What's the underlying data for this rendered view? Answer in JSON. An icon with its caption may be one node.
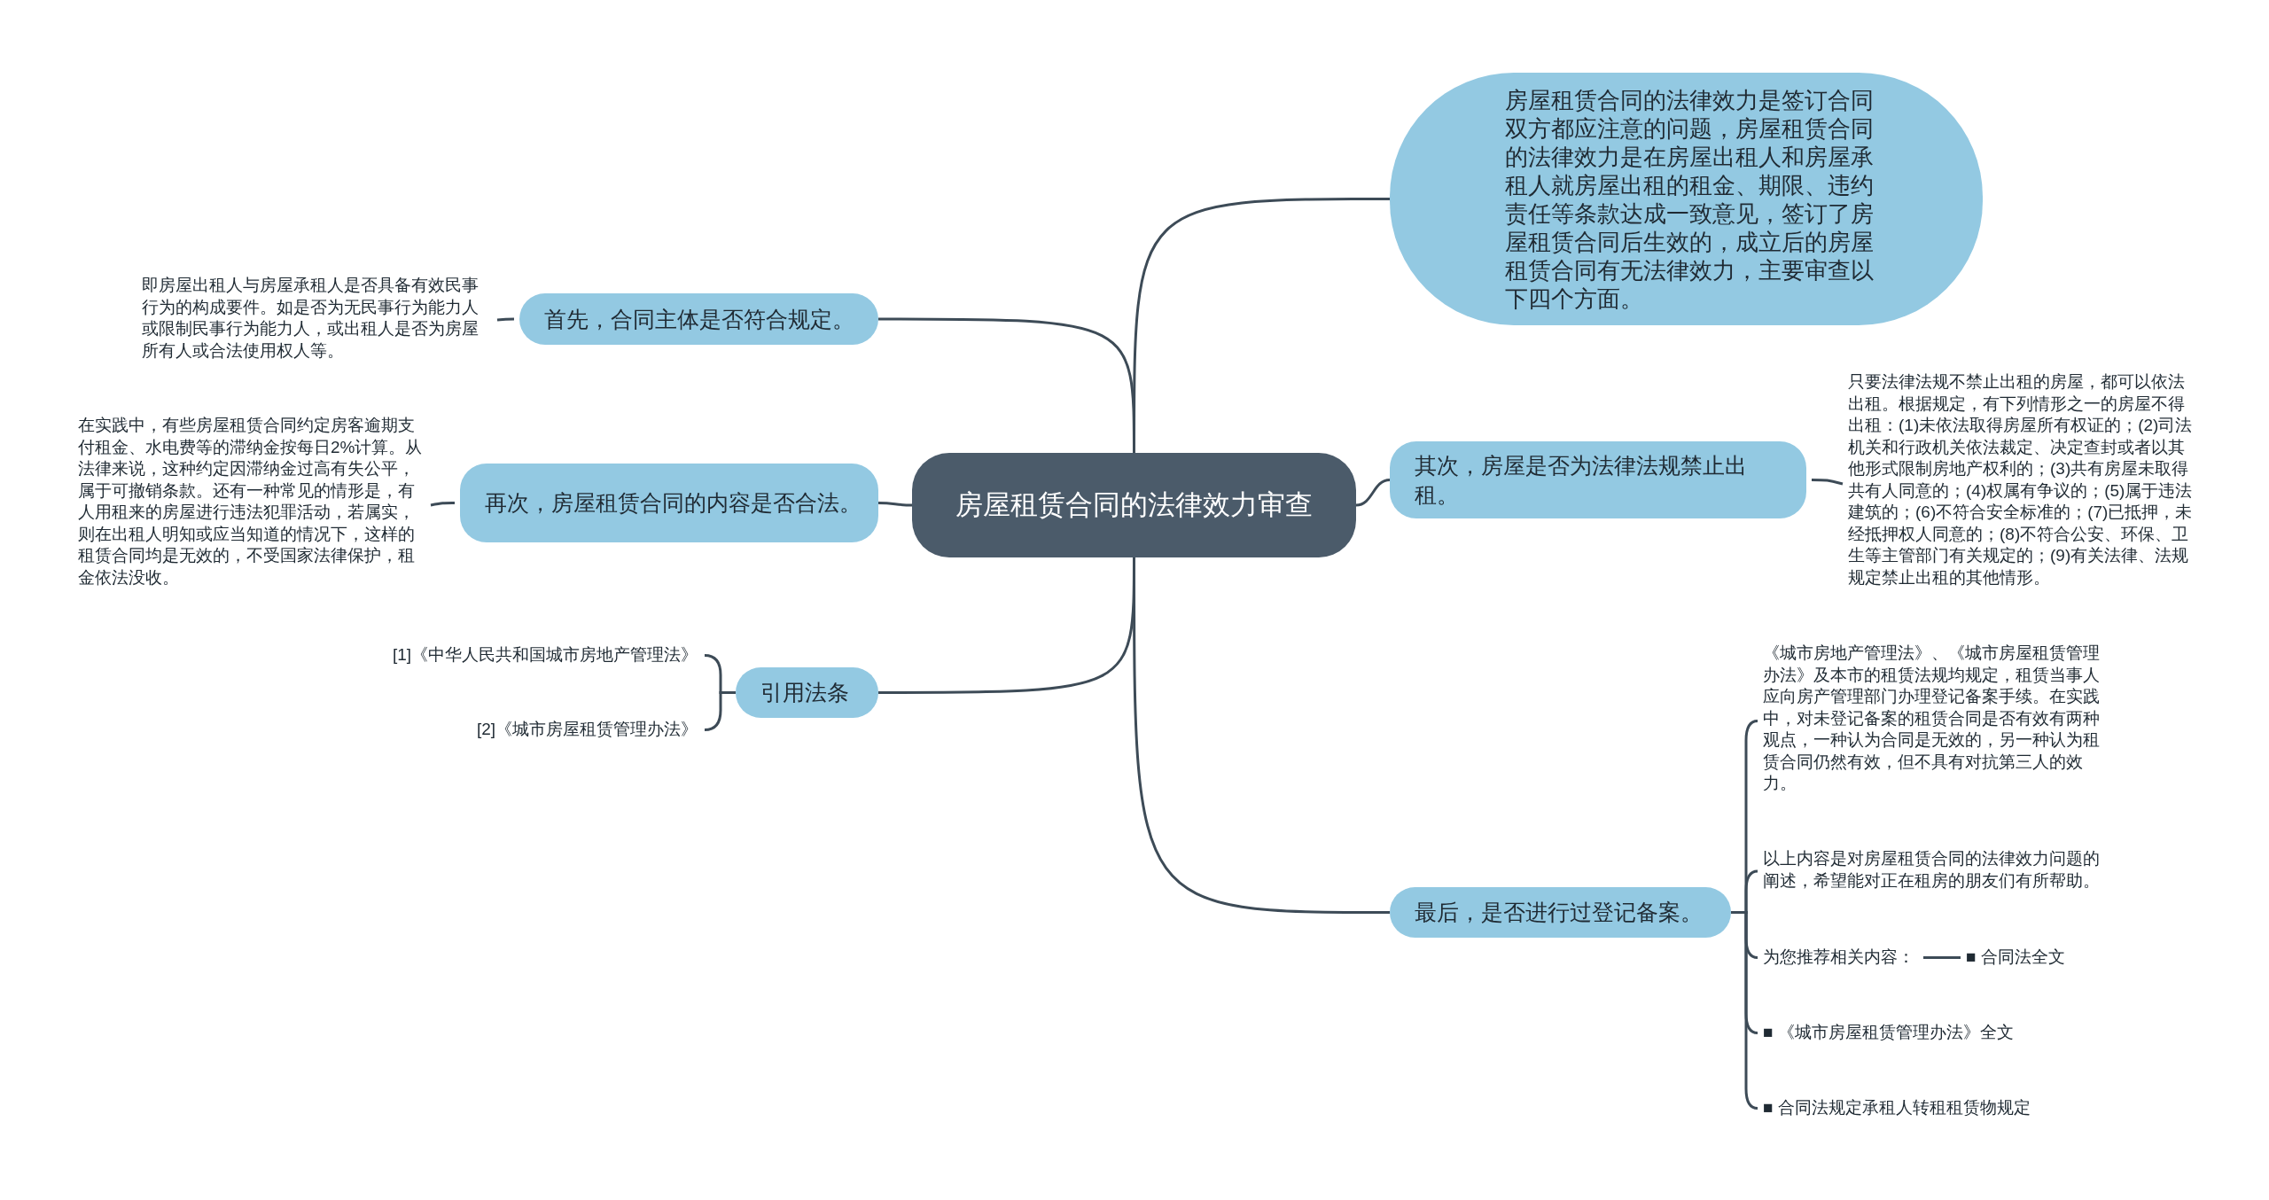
{
  "diagram": {
    "nodes": [
      {
        "text": [
          "房屋租赁合同的法律效力审查"
        ]
      },
      {
        "text": [
          "房屋租赁合同的法律效力是签订合同双方都应注意的问题，房屋租赁合同的法律效力是在房屋出租人和房屋承租人就房屋出租的租金、期限、违约责任等条款达成一致意见，签订了房屋租赁合同后生效的，成立后的房屋租赁合同有无法律效力，主要审查以下四个方面。"
        ]
      },
      {
        "text": [
          "首先，合同主体是否符合规定。"
        ]
      },
      {
        "text": [
          "再次，房屋租赁合同的内容是否合法。"
        ]
      },
      {
        "text": [
          "其次，房屋是否为法律法规禁止出租。"
        ]
      },
      {
        "text": [
          "引用法条"
        ]
      },
      {
        "text": [
          "最后，是否进行过登记备案。"
        ]
      },
      {
        "text": [
          "即房屋出租人与房屋承租人是否具备有效民事行为的构成要件。如是否为无民事行为能力人或限制民事行为能力人，或出租人是否为房屋所有人或合法使用权人等。"
        ]
      },
      {
        "text": [
          "在实践中，有些房屋租赁合同约定房客逾期支付租金、水电费等的滞纳金按每日2%计算。从法律来说，这种约定因滞纳金过高有失公平，属于可撤销条款。还有一种常见的情形是，有人用租来的房屋进行违法犯罪活动，若属实，则在出租人明知或应当知道的情况下，这样的租赁合同均是无效的，不受国家法律保护，租金依法没收。"
        ]
      },
      {
        "text": [
          "只要法律法规不禁止出租的房屋，都可以依法出租。根据规定，有下列情形之一的房屋不得出租：(1)未依法取得房屋所有权证的；(2)司法机关和行政机关依法裁定、决定查封或者以其他形式限制房地产权利的；(3)共有房屋未取得共有人同意的；(4)权属有争议的；(5)属于违法建筑的；(6)不符合安全标准的；(7)已抵押，未经抵押权人同意的；(8)不符合公安、环保、卫生等主管部门有关规定的；(9)有关法律、法规规定禁止出租的其他情形。"
        ]
      },
      {
        "text": [
          "[1]《中华人民共和国城市房地产管理法》"
        ]
      },
      {
        "text": [
          "[2]《城市房屋租赁管理办法》"
        ]
      },
      {
        "text": [
          "《城市房地产管理法》、《城市房屋租赁管理办法》及本市的租赁法规均规定，租赁当事人应向房产管理部门办理登记备案手续。在实践中，对未登记备案的租赁合同是否有效有两种观点，一种认为合同是无效的，另一种认为租赁合同仍然有效，但不具有对抗第三人的效力。"
        ]
      },
      {
        "text": [
          "以上内容是对房屋租赁合同的法律效力问题的阐述，希望能对正在租房的朋友们有所帮助。"
        ]
      },
      {
        "text": [
          "为您推荐相关内容："
        ]
      },
      {
        "text": [
          "■ 合同法全文"
        ]
      },
      {
        "text": [
          "■ 《城市房屋租赁管理办法》全文"
        ]
      },
      {
        "text": [
          "■ 合同法规定承租人转租租赁物规定"
        ]
      }
    ],
    "edges": [
      {
        "from": 0,
        "to": 1,
        "arrow": "none"
      },
      {
        "from": 0,
        "to": 2,
        "arrow": "none"
      },
      {
        "from": 0,
        "to": 3,
        "arrow": "none"
      },
      {
        "from": 0,
        "to": 4,
        "arrow": "none"
      },
      {
        "from": 0,
        "to": 5,
        "arrow": "none"
      },
      {
        "from": 0,
        "to": 6,
        "arrow": "none"
      },
      {
        "from": 2,
        "to": 7,
        "arrow": "none"
      },
      {
        "from": 3,
        "to": 8,
        "arrow": "none"
      },
      {
        "from": 4,
        "to": 9,
        "arrow": "none"
      },
      {
        "from": 5,
        "to": 10,
        "arrow": "none"
      },
      {
        "from": 5,
        "to": 11,
        "arrow": "none"
      },
      {
        "from": 6,
        "to": 12,
        "arrow": "none"
      },
      {
        "from": 6,
        "to": 13,
        "arrow": "none"
      },
      {
        "from": 6,
        "to": 14,
        "arrow": "none"
      },
      {
        "from": 6,
        "to": 16,
        "arrow": "none"
      },
      {
        "from": 6,
        "to": 17,
        "arrow": "none"
      },
      {
        "from": 14,
        "to": 15,
        "arrow": "none"
      }
    ]
  }
}
